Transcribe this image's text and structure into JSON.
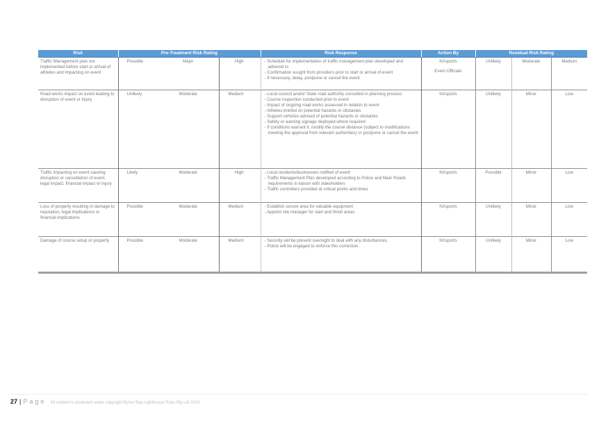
{
  "table": {
    "headers": {
      "risk": "Risk",
      "pre_treatment": "Pre-Treatment Risk Rating",
      "response": "Risk Response",
      "action_by": "Action By",
      "residual": "Residual Risk Rating"
    },
    "rows": [
      {
        "risk": "Traffic Management plan not implemented before start or arrival of athletes and impacting on event",
        "pre_likelihood": "Possible",
        "pre_consequence": "Major",
        "pre_rating": "High",
        "response": [
          "Schedule for implementation of traffic management plan developed and adhered to",
          "Confirmation sought from providers prior to start or arrival of event",
          "If necessary, delay, postpone or cancel the event"
        ],
        "action_by": [
          "NXsports",
          "Event Officials"
        ],
        "res_likelihood": "Unlikely",
        "res_consequence": "Moderate",
        "res_rating": "Medium"
      },
      {
        "risk": "Road works impact on event leading to disruption of event or injury",
        "pre_likelihood": "Unlikely",
        "pre_consequence": "Moderate",
        "pre_rating": "Medium",
        "response": [
          "Local council and/or State road authority consulted in planning process",
          "Course inspection conducted prior to event",
          "Impact of ongoing road works assessed in relation to event",
          "Athletes briefed on potential hazards or obstacles",
          "Support vehicles advised of potential hazards or obstacles",
          "Safety or warning signage deployed where required",
          "If conditions warrant it, modify the course distance (subject to modifications meeting the approval from relevant authorities) or postpone or cancel the event"
        ],
        "action_by": [
          "NXsports"
        ],
        "res_likelihood": "Unlikely",
        "res_consequence": "Minor",
        "res_rating": "Low"
      },
      {
        "risk": "Traffic impacting on event causing disruption or cancellation of event, legal impact, financial impact or injury",
        "pre_likelihood": "Likely",
        "pre_consequence": "Moderate",
        "pre_rating": "High",
        "response": [
          "Local residents/businesses notified of event",
          "Traffic Management Plan developed according to Police and Main Roads requirements in liaison with stakeholders",
          "Traffic controllers provided at critical points and times"
        ],
        "action_by": [
          "NXsports"
        ],
        "res_likelihood": "Possible",
        "res_consequence": "Minor",
        "res_rating": "Low"
      },
      {
        "risk": "Loss of property resulting in damage to reputation, legal implications or financial implications",
        "pre_likelihood": "Possible",
        "pre_consequence": "Moderate",
        "pre_rating": "Medium",
        "response": [
          "Establish secure area for valuable equipment",
          "Appoint site manager for start and finish areas"
        ],
        "action_by": [
          "NXsports"
        ],
        "res_likelihood": "Unlikely",
        "res_consequence": "Minor",
        "res_rating": "Low"
      },
      {
        "risk": "Damage of course setup or property",
        "pre_likelihood": "Possible",
        "pre_consequence": "Moderate",
        "pre_rating": "Medium",
        "response": [
          "Security will be present overnight to deal with any disturbances.",
          "Police will be engaged to enforce this correction."
        ],
        "action_by": [
          "NXsports"
        ],
        "res_likelihood": "Unlikely",
        "res_consequence": "Minor",
        "res_rating": "Low"
      }
    ]
  },
  "footer": {
    "page_number": "27",
    "separator": "|",
    "page_word": "Page",
    "copyright": "All content is protected under copyright Byron Bay Lighthouse Runs Pty Ltd 2013"
  }
}
